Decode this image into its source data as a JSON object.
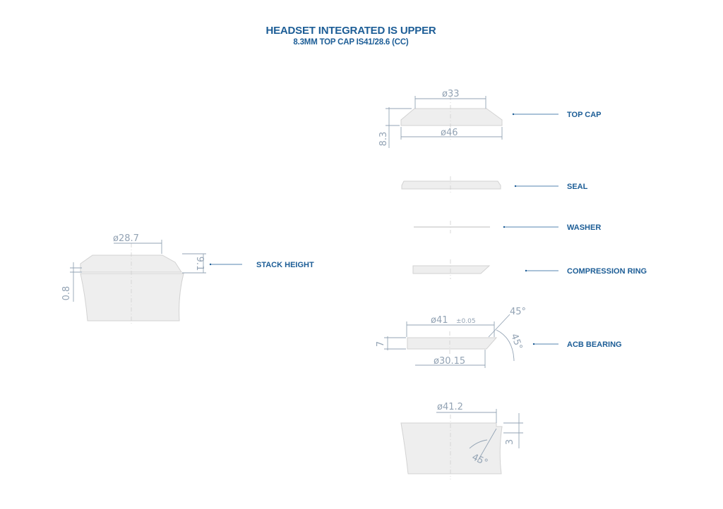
{
  "header": {
    "title": "HEADSET INTEGRATED IS UPPER",
    "subtitle": "8.3MM TOP CAP IS41/28.6 (CC)"
  },
  "labels": {
    "top_cap": "TOP CAP",
    "seal": "SEAL",
    "washer": "WASHER",
    "compression_ring": "COMPRESSION RING",
    "acb_bearing": "ACB BEARING",
    "stack_height": "STACK HEIGHT"
  },
  "dimensions": {
    "top_cap_top_dia": "ø33",
    "top_cap_bottom_dia": "ø46",
    "top_cap_height": "8.3",
    "bearing_outer_dia": "ø41",
    "bearing_tolerance": "±0.05",
    "bearing_inner_dia": "ø30.15",
    "bearing_height": "7",
    "bearing_angle_top": "45°",
    "bearing_angle_side": "45°",
    "cup_dia": "ø41.2",
    "cup_depth": "3",
    "cup_angle": "45°",
    "assembly_dia": "ø28.7",
    "stack_height_value": "9.1",
    "frame_offset": "0.8"
  },
  "colors": {
    "label": "#1c5d96",
    "dimension": "#93a3b4",
    "part_fill": "#eeeeee",
    "part_outline": "#d2d2d2"
  }
}
